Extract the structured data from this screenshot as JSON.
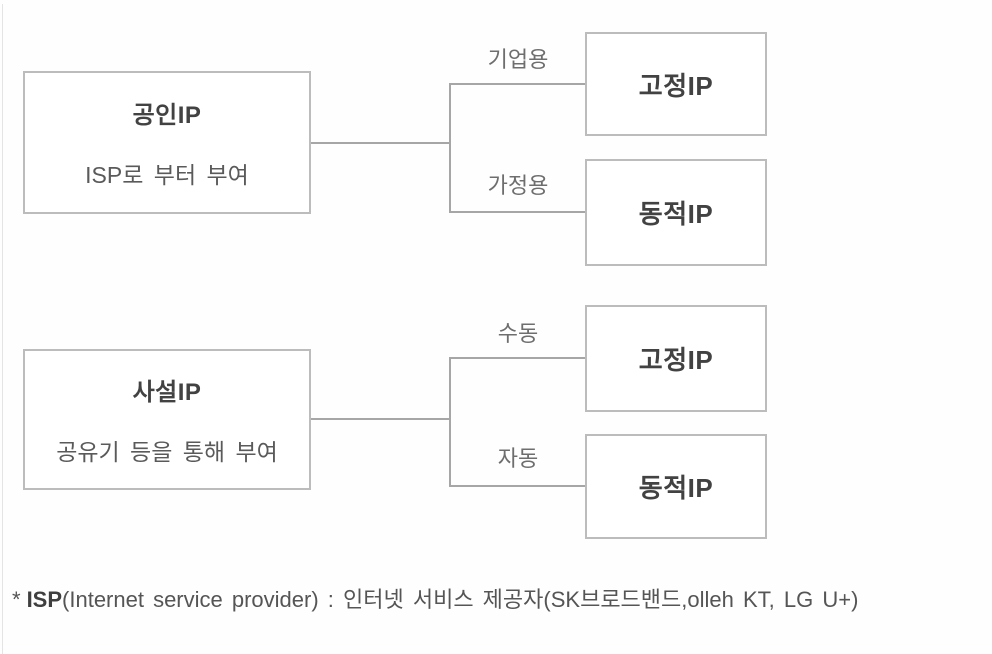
{
  "diagram": {
    "sections": [
      {
        "root": {
          "title": "공인IP",
          "subtitle": "ISP로 부터 부여"
        },
        "branches": [
          {
            "label": "기업용",
            "target": "고정IP"
          },
          {
            "label": "가정용",
            "target": "동적IP"
          }
        ]
      },
      {
        "root": {
          "title": "사설IP",
          "subtitle": "공유기 등을 통해 부여"
        },
        "branches": [
          {
            "label": "수동",
            "target": "고정IP"
          },
          {
            "label": "자동",
            "target": "동적IP"
          }
        ]
      }
    ],
    "footnote": {
      "marker": "*",
      "term": "ISP",
      "rest": "(Internet service provider) : 인터넷 서비스 제공자(SK브로드밴드,olleh KT, LG U+)"
    },
    "colors": {
      "box_border": "#bcbcbc",
      "connector_line": "#a6a6a6",
      "title_text": "#424242",
      "subtitle_text": "#5a5a5a",
      "label_text": "#6e6e6e",
      "footnote_text": "#555555",
      "background": "#fefefe"
    }
  }
}
